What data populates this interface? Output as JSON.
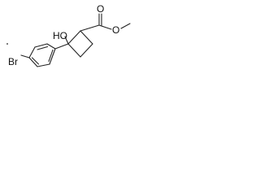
{
  "molecule": {
    "labels": {
      "hydroxyl": "HO",
      "carbonyl_oxygen": "O",
      "ester_oxygen": "O",
      "bromine": "Br"
    }
  },
  "colors": {
    "bond": "#222222",
    "text": "#111111",
    "background": "#ffffff"
  }
}
